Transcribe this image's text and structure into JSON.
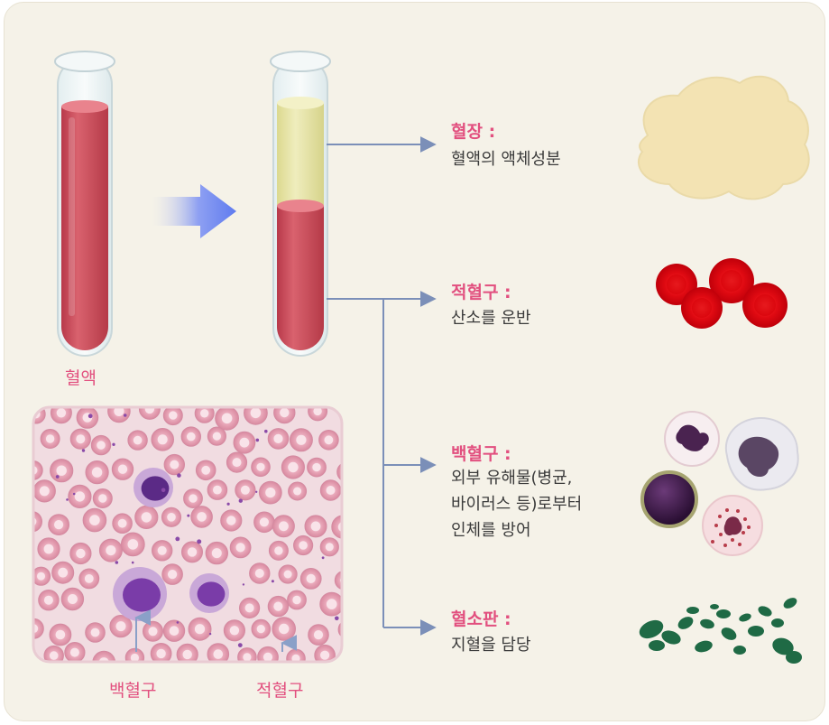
{
  "labels": {
    "blood": "혈액",
    "micro_wbc": "백혈구",
    "micro_rbc": "적혈구"
  },
  "components": [
    {
      "title": "혈장 :",
      "desc": "혈액의 액체성분"
    },
    {
      "title": "적혈구 :",
      "desc": "산소를 운반"
    },
    {
      "title": "백혈구 :",
      "desc": "외부 유해물(병균,\n바이러스 등)로부터\n인체를 방어"
    },
    {
      "title": "혈소판 :",
      "desc": "지혈을 담당"
    }
  ],
  "colors": {
    "background": "#f5f2e8",
    "accent_pink": "#e2507f",
    "blood_red": "#c94a57",
    "plasma_yellow": "#e9e6a8",
    "line_blue": "#7b8fb8",
    "arrow_blue": "#6f86ef",
    "rbc_red": "#e0000a",
    "platelet_green": "#1f6a45"
  }
}
